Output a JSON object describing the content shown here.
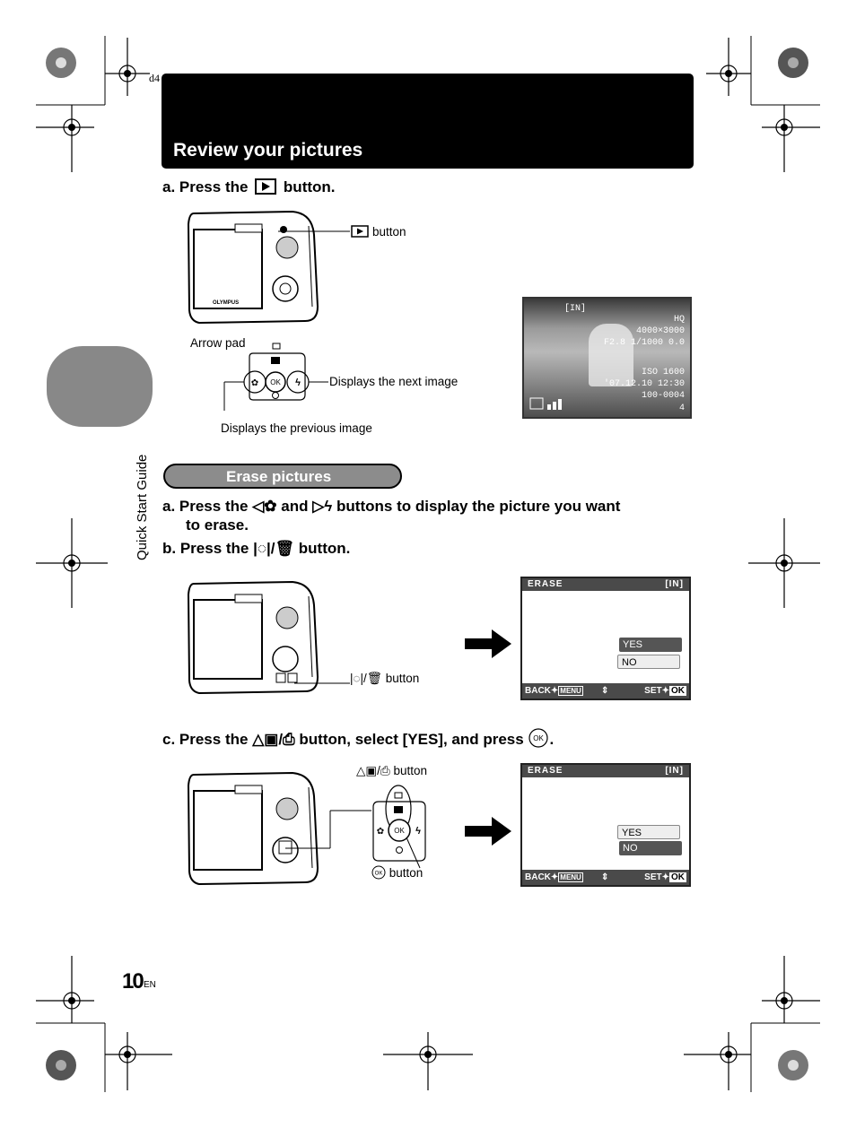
{
  "header": {
    "doc_id": "d4",
    "title": "Review your pictures"
  },
  "sidebar": {
    "label": "Quick Start Guide"
  },
  "review": {
    "step_a": {
      "prefix": "a.  Press the",
      "suffix": "button."
    },
    "play_button_label": "button",
    "arrow_pad_label": "Arrow pad",
    "next_label": "Displays the next image",
    "prev_label": "Displays the previous image",
    "camera_brand": "OLYMPUS",
    "photo_overlay": {
      "memory": "[IN]",
      "quality": "HQ",
      "resolution": "4000×3000",
      "exposure": "F2.8  1/1000  0.0",
      "iso": "ISO 1600",
      "date": "'07.12.10  12:30",
      "file": "100-0004",
      "frame": "4"
    }
  },
  "erase": {
    "section_title": "Erase pictures",
    "step_a_line1_prefix": "a.  Press the",
    "step_a_line1_and": "and",
    "step_a_line1_suffix": "buttons to display the picture you want",
    "step_a_line2": "to erase.",
    "step_b_prefix": "b.  Press the",
    "step_b_suffix": "button.",
    "step_b_button_label": "button",
    "step_c_prefix": "c.  Press the",
    "step_c_middle": "button, select [YES], and press",
    "step_c_end": ".",
    "step_c_top_label": "button",
    "step_c_ok_label": "button",
    "lcd1": {
      "title": "ERASE",
      "memory": "[IN]",
      "yes": "YES",
      "no": "NO",
      "back": "BACK",
      "menu": "MENU",
      "set": "SET",
      "ok": "OK"
    },
    "lcd2": {
      "title": "ERASE",
      "memory": "[IN]",
      "yes": "YES",
      "no": "NO",
      "back": "BACK",
      "menu": "MENU",
      "set": "SET",
      "ok": "OK"
    }
  },
  "footer": {
    "page_number": "10",
    "lang": "EN"
  }
}
